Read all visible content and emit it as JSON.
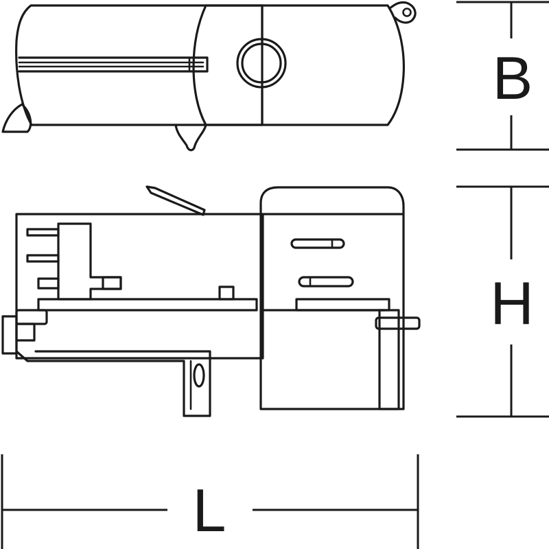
{
  "drawing": {
    "dimensions": {
      "width_label": "B",
      "height_label": "H",
      "length_label": "L"
    },
    "colors": {
      "line": "#1a1a1a",
      "background": "#ffffff"
    }
  }
}
